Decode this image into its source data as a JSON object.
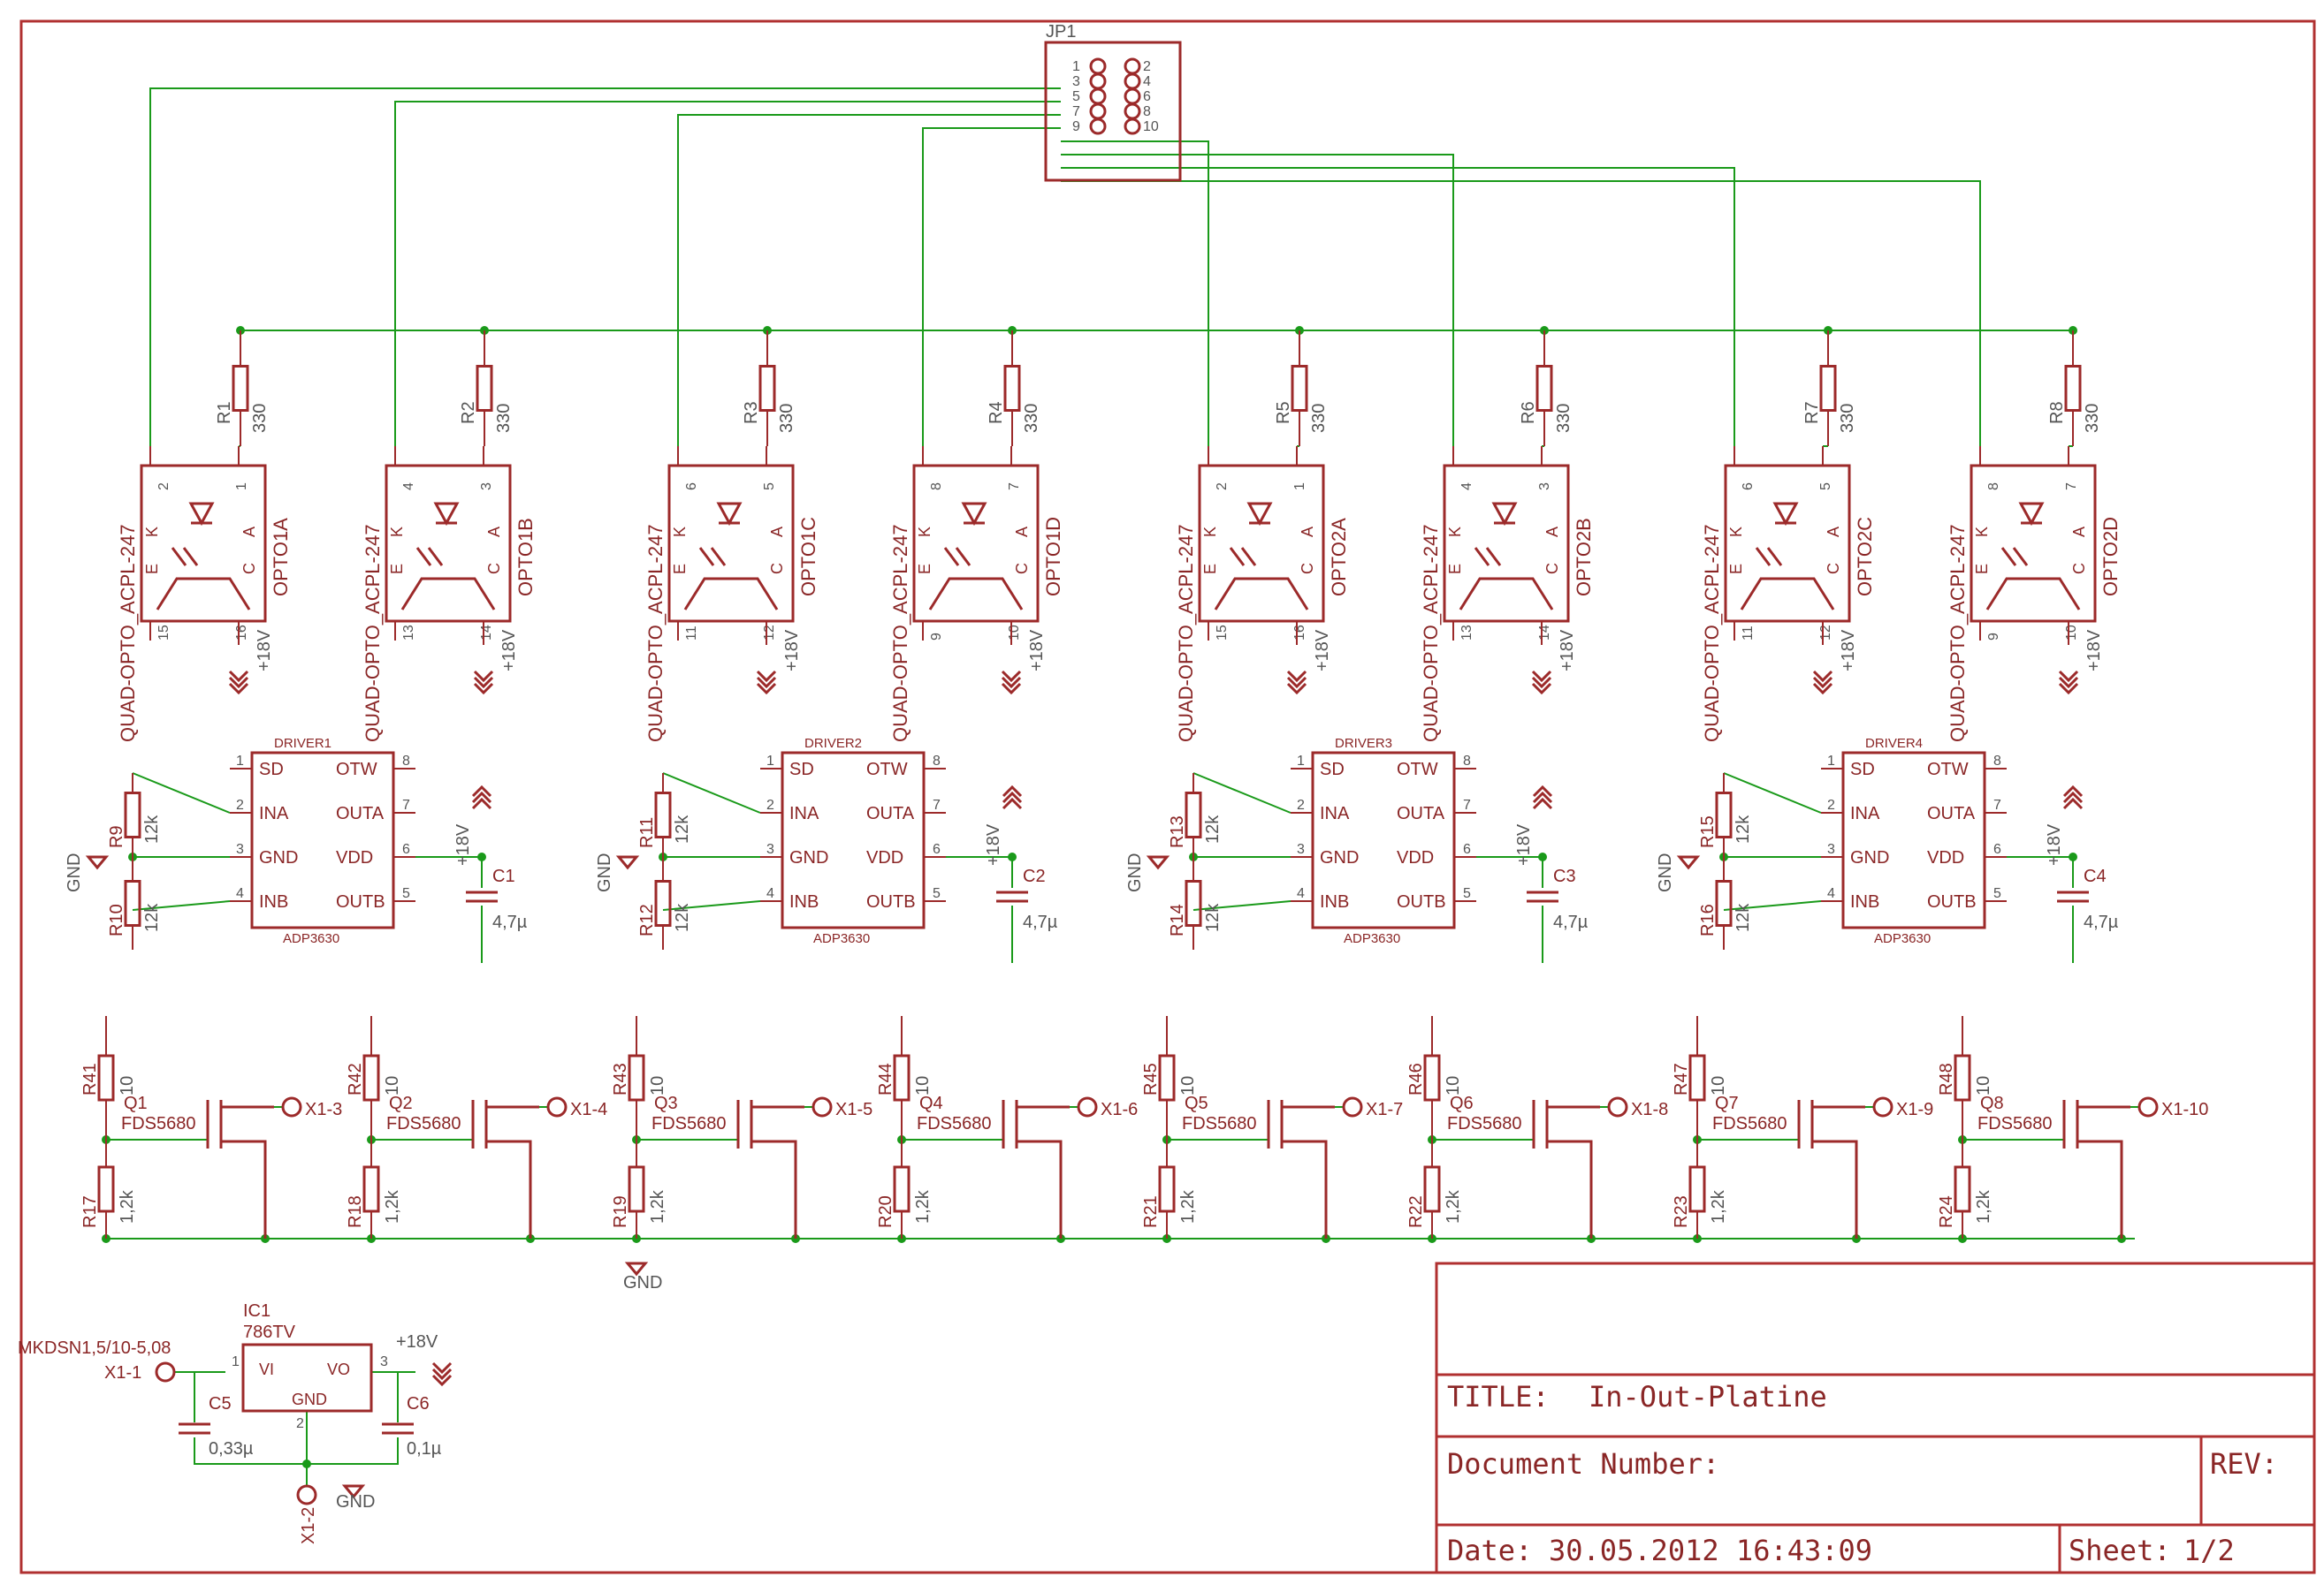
{
  "connector": {
    "ref": "JP1",
    "pins": [
      "1",
      "2",
      "3",
      "4",
      "5",
      "6",
      "7",
      "8",
      "9",
      "10"
    ]
  },
  "resistor_value_330": "330",
  "opto_part": "QUAD-OPTO_ACPL-247",
  "opto_pin_letters": [
    "K",
    "A",
    "E",
    "C"
  ],
  "supply_label": "+18V",
  "gnd_label": "GND",
  "opto_groups": [
    {
      "units": [
        {
          "ref": "OPTO1A",
          "res": "R1",
          "pins": [
            "2",
            "1",
            "15",
            "16"
          ]
        },
        {
          "ref": "OPTO1B",
          "res": "R2",
          "pins": [
            "4",
            "3",
            "13",
            "14"
          ]
        }
      ]
    },
    {
      "units": [
        {
          "ref": "OPTO1C",
          "res": "R3",
          "pins": [
            "6",
            "5",
            "11",
            "12"
          ]
        },
        {
          "ref": "OPTO1D",
          "res": "R4",
          "pins": [
            "8",
            "7",
            "9",
            "10"
          ]
        }
      ]
    },
    {
      "units": [
        {
          "ref": "OPTO2A",
          "res": "R5",
          "pins": [
            "2",
            "1",
            "15",
            "16"
          ]
        },
        {
          "ref": "OPTO2B",
          "res": "R6",
          "pins": [
            "4",
            "3",
            "13",
            "14"
          ]
        }
      ]
    },
    {
      "units": [
        {
          "ref": "OPTO2C",
          "res": "R7",
          "pins": [
            "6",
            "5",
            "11",
            "12"
          ]
        },
        {
          "ref": "OPTO2D",
          "res": "R8",
          "pins": [
            "8",
            "7",
            "9",
            "10"
          ]
        }
      ]
    }
  ],
  "driver": {
    "part": "ADP3630",
    "left_pins": [
      {
        "num": "1",
        "name": "SD"
      },
      {
        "num": "2",
        "name": "INA"
      },
      {
        "num": "3",
        "name": "GND"
      },
      {
        "num": "4",
        "name": "INB"
      }
    ],
    "right_pins": [
      {
        "num": "8",
        "name": "OTW"
      },
      {
        "num": "7",
        "name": "OUTA"
      },
      {
        "num": "6",
        "name": "VDD"
      },
      {
        "num": "5",
        "name": "OUTB"
      }
    ]
  },
  "drivers": [
    {
      "ref": "DRIVER1",
      "r_top": "R9",
      "r_bot": "R10",
      "cap": "C1"
    },
    {
      "ref": "DRIVER2",
      "r_top": "R11",
      "r_bot": "R12",
      "cap": "C2"
    },
    {
      "ref": "DRIVER3",
      "r_top": "R13",
      "r_bot": "R14",
      "cap": "C3"
    },
    {
      "ref": "DRIVER4",
      "r_top": "R15",
      "r_bot": "R16",
      "cap": "C4"
    }
  ],
  "value_12k": "12k",
  "value_cap": "4,7µ",
  "value_10": "10",
  "value_1k2": "1,2k",
  "mosfet_part": "FDS5680",
  "stages": [
    {
      "q": "Q1",
      "rg": "R41",
      "rpd": "R17",
      "out": "X1-3"
    },
    {
      "q": "Q2",
      "rg": "R42",
      "rpd": "R18",
      "out": "X1-4"
    },
    {
      "q": "Q3",
      "rg": "R43",
      "rpd": "R19",
      "out": "X1-5"
    },
    {
      "q": "Q4",
      "rg": "R44",
      "rpd": "R20",
      "out": "X1-6"
    },
    {
      "q": "Q5",
      "rg": "R45",
      "rpd": "R21",
      "out": "X1-7"
    },
    {
      "q": "Q6",
      "rg": "R46",
      "rpd": "R22",
      "out": "X1-8"
    },
    {
      "q": "Q7",
      "rg": "R47",
      "rpd": "R23",
      "out": "X1-9"
    },
    {
      "q": "Q8",
      "rg": "R48",
      "rpd": "R24",
      "out": "X1-10"
    }
  ],
  "regulator": {
    "ref": "IC1",
    "part": "786TV",
    "vi": "VI",
    "vo": "VO",
    "gnd": "GND",
    "pin_in": "1",
    "pin_gnd": "2",
    "pin_out": "3",
    "terminal_part": "MKDSN1,5/10-5,08",
    "in_terminal": "X1-1",
    "gnd_terminal": "X1-2",
    "c_in": "C5",
    "c_in_value": "0,33µ",
    "c_out": "C6",
    "c_out_value": "0,1µ",
    "out_label": "+18V"
  },
  "title_block": {
    "title_label": "TITLE:",
    "title": "In-Out-Platine",
    "docnum_label": "Document Number:",
    "rev_label": "REV:",
    "date_label": "Date:",
    "date": "30.05.2012 16:43:09",
    "sheet_label": "Sheet:",
    "sheet": "1/2"
  }
}
